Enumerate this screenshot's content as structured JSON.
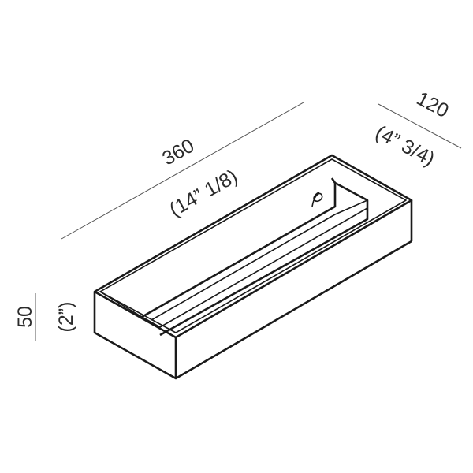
{
  "diagram": {
    "length": {
      "value": "360",
      "imperial": "(14” 1/8)"
    },
    "depth": {
      "value": "120",
      "imperial": "(4” 3/4)"
    },
    "height": {
      "value": "50",
      "imperial": "(2”)"
    },
    "colors": {
      "line": "#1a1a1a",
      "dimension_line": "#555555",
      "text": "#2b2b2b",
      "background": "#ffffff"
    }
  }
}
